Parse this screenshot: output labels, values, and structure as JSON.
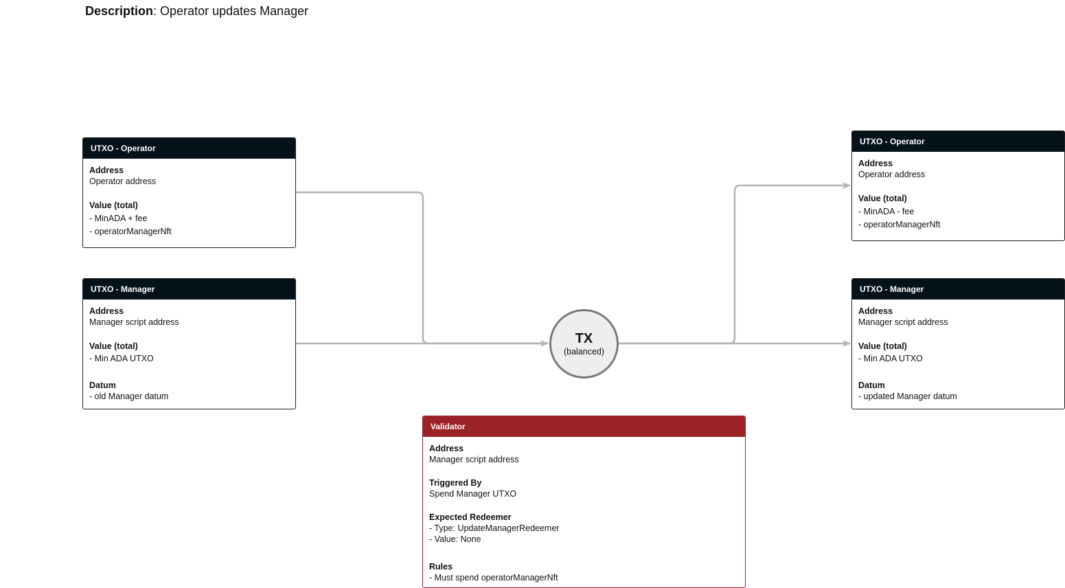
{
  "description": {
    "label": "Description",
    "text": "Operator updates Manager"
  },
  "inputs": [
    {
      "title": "UTXO - Operator",
      "sections": [
        {
          "label": "Address",
          "lines": [
            "Operator address"
          ]
        },
        {
          "label": "Value (total)",
          "lines": [
            "- MinADA + fee",
            "- operatorManagerNft"
          ]
        }
      ]
    },
    {
      "title": "UTXO - Manager",
      "sections": [
        {
          "label": "Address",
          "lines": [
            "Manager script address"
          ]
        },
        {
          "label": "Value (total)",
          "lines": [
            "- Min ADA UTXO"
          ]
        },
        {
          "label": "Datum",
          "lines": [
            "- old Manager datum"
          ]
        }
      ]
    }
  ],
  "outputs": [
    {
      "title": "UTXO - Operator",
      "sections": [
        {
          "label": "Address",
          "lines": [
            "Operator address"
          ]
        },
        {
          "label": "Value (total)",
          "lines": [
            "- MinADA - fee",
            "- operatorManagerNft"
          ]
        }
      ]
    },
    {
      "title": "UTXO - Manager",
      "sections": [
        {
          "label": "Address",
          "lines": [
            "Manager script address"
          ]
        },
        {
          "label": "Value (total)",
          "lines": [
            "- Min ADA UTXO"
          ]
        },
        {
          "label": "Datum",
          "lines": [
            "- updated Manager datum"
          ]
        }
      ]
    }
  ],
  "tx": {
    "title": "TX",
    "subtitle": "(balanced)"
  },
  "validator": {
    "title": "Validator",
    "sections": [
      {
        "label": "Address",
        "lines": [
          "Manager script address"
        ]
      },
      {
        "label": "Triggered By",
        "lines": [
          "Spend Manager UTXO"
        ]
      },
      {
        "label": "Expected Redeemer",
        "lines": [
          "- Type: UpdateManagerRedeemer",
          "- Value: None"
        ]
      },
      {
        "label": "Rules",
        "lines": [
          "- Must spend operatorManagerNft"
        ]
      }
    ]
  },
  "colors": {
    "card_header": "#05121a",
    "validator_header": "#9b2226",
    "connector": "#b3b3b3",
    "tx_fill": "#eeeeee"
  }
}
